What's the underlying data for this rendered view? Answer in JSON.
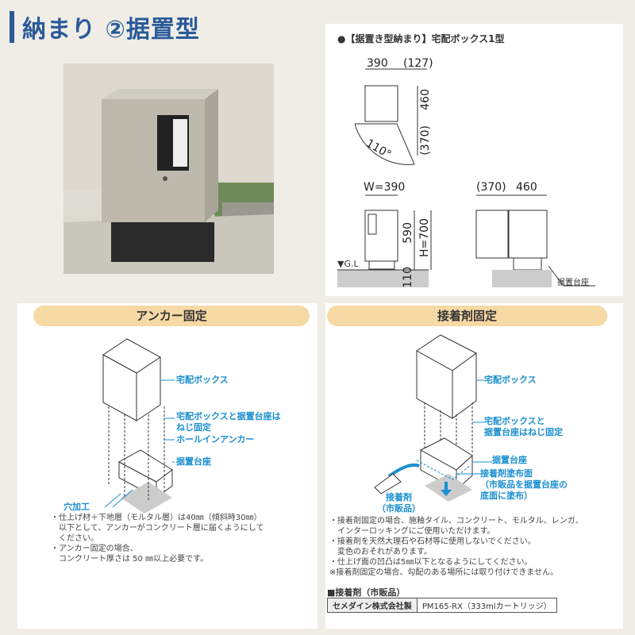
{
  "header": {
    "title": "納まり ②据置型",
    "accent": "#2a5a9a"
  },
  "dimensions": {
    "heading": "●【据置き型納まり】宅配ボックス1型",
    "top_width": "390",
    "top_door": "(127)",
    "top_depth": "460",
    "top_door_depth": "(370)",
    "angle": "110°",
    "front_width": "W=390",
    "front_height_box": "590",
    "front_height_total": "H=700",
    "base_height": "110",
    "gl": "▼G.L",
    "side_door": "(370)",
    "side_depth": "460",
    "side_base_label": "据置台座"
  },
  "anchor": {
    "title": "アンカー固定",
    "labels": {
      "box": "宅配ボックス",
      "screw": "宅配ボックスと据置台座は\nねじ固定",
      "anchor": "ホールインアンカー",
      "base": "据置台座",
      "hole": "穴加工"
    },
    "notes": "・仕上げ材＋下地層（モルタル層）は40㎜（傾斜時30㎜）\n　以下として、アンカーがコンクリート層に届くようにして\n　ください。\n・アンカー固定の場合、\n　コンクリート厚さは 50 ㎜以上必要です。"
  },
  "adhesive": {
    "title": "接着剤固定",
    "labels": {
      "box": "宅配ボックス",
      "screw": "宅配ボックスと\n据置台座はねじ固定",
      "base": "据置台座",
      "surface": "接着剤塗布面\n（市販品を据置台座の\n底面に塗布）",
      "glue": "接着剤\n（市販品）"
    },
    "notes": "・接着剤固定の場合、施釉タイル、コンクリート、モルタル、レンガ、\n　インターロッキングにご使用いただけます。\n・接着剤を天然大理石や石材等に使用しないでください。\n　変色のおそれがあります。\n・仕上げ面の凹凸は5㎜以下となるようにしてください。\n※接着剤固定の場合、勾配のある場所には取り付けできません。",
    "product_heading": "■接着剤（市販品）",
    "product": {
      "maker": "セメダイン株式会社製",
      "model": "PM165-RX（333mlカートリッジ）"
    }
  },
  "colors": {
    "label_blue": "#1a8fd0",
    "pill": "#f6d9a4",
    "background": "#efede6"
  }
}
